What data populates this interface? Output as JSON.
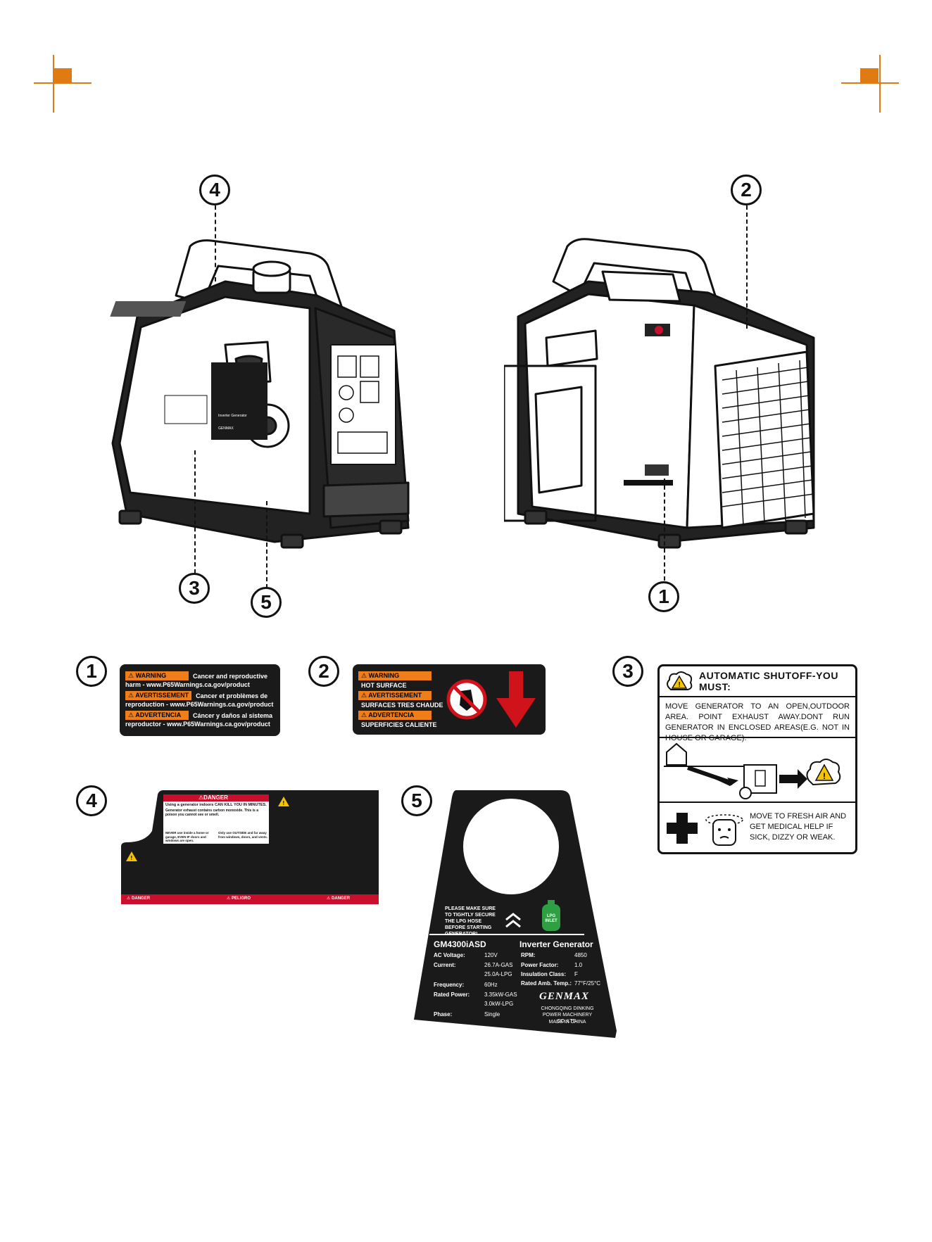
{
  "callouts": {
    "top_left": "4",
    "top_right": "2",
    "bottom_left_a": "3",
    "bottom_left_b": "5",
    "bottom_right": "1",
    "label_1": "1",
    "label_2": "2",
    "label_3": "3",
    "label_4": "4",
    "label_5": "5"
  },
  "label_1": {
    "rows": [
      {
        "tag": "⚠ WARNING",
        "text": "Cancer and reproductive"
      },
      {
        "tag": "",
        "text": "harm - www.P65Warnings.ca.gov/product"
      },
      {
        "tag": "⚠ AVERTISSEMENT",
        "text": "Cancer et problèmes de"
      },
      {
        "tag": "",
        "text": "reproduction - www.P65Warnings.ca.gov/product"
      },
      {
        "tag": "⚠ ADVERTENCIA",
        "text": "Cáncer y daños al sistema"
      },
      {
        "tag": "",
        "text": "reproductor - www.P65Warnings.ca.gov/product"
      }
    ]
  },
  "label_2": {
    "warning": "⚠ WARNING",
    "warning_text": "HOT SURFACE",
    "avert": "⚠ AVERTISSEMENT",
    "avert_text": "SURFACES TRES CHAUDE",
    "adv": "⚠ ADVERTENCIA",
    "adv_text": "SUPERFICIES CALIENTE"
  },
  "label_3": {
    "title": "AUTOMATIC SHUTOFF-YOU MUST:",
    "body": "MOVE GENERATOR TO AN OPEN,OUTDOOR AREA. POINT EXHAUST AWAY.DONT RUN GENERATOR IN ENCLOSED AREAS(E.G. NOT IN HOUSE OR GARAGE).",
    "bottom": "MOVE TO FRESH AIR AND GET MEDICAL HELP IF SICK, DIZZY OR WEAK."
  },
  "label_4": {
    "danger": "⚠DANGER",
    "headline": "Using a generator indoors CAN KILL YOU IN MINUTES.",
    "sub": "Generator exhaust contains carbon monoxide. This is a poison you cannot see or smell.",
    "never": "NEVER use inside a home or garage, EVEN IF doors and windows are open.",
    "only": "Only use OUTSIDE and far away from windows, doors, and vents.",
    "foot_1": "⚠ DANGER",
    "foot_2": "⚠ PELIGRO",
    "foot_3": "⚠ DANGER"
  },
  "label_5": {
    "secure": "PLEASE MAKE SURE TO TIGHTLY SECURE THE LPG HOSE BEFORE STARTING GENERATOR!",
    "lpg": "LPG INLET",
    "model": "GM4300iASD",
    "type": "Inverter Generator",
    "left_rows": [
      {
        "k": "AC Voltage:",
        "v": "120V"
      },
      {
        "k": "Current:",
        "v": "26.7A-GAS"
      },
      {
        "k": "",
        "v": "25.0A-LPG"
      },
      {
        "k": "Frequency:",
        "v": "60Hz"
      },
      {
        "k": "Rated Power:",
        "v": "3.35kW-GAS"
      },
      {
        "k": "",
        "v": "3.0kW-LPG"
      },
      {
        "k": "Phase:",
        "v": "Single"
      }
    ],
    "right_rows": [
      {
        "k": "RPM:",
        "v": "4850"
      },
      {
        "k": "Power Factor:",
        "v": "1.0"
      },
      {
        "k": "Insulation Class:",
        "v": "F"
      },
      {
        "k": "Rated Amb. Temp.:",
        "v": "77°F/25°C"
      }
    ],
    "brand": "GENMAX",
    "maker": "CHONGQING DINKING POWER MACHINERY CO.,LTD.",
    "made": "MADE IN CHINA"
  },
  "colors": {
    "accent": "#e07b14",
    "warning_orange": "#ee7d1a",
    "danger_red": "#c8102e",
    "arrow_red": "#d0121b",
    "lpg_green": "#2ea043"
  }
}
